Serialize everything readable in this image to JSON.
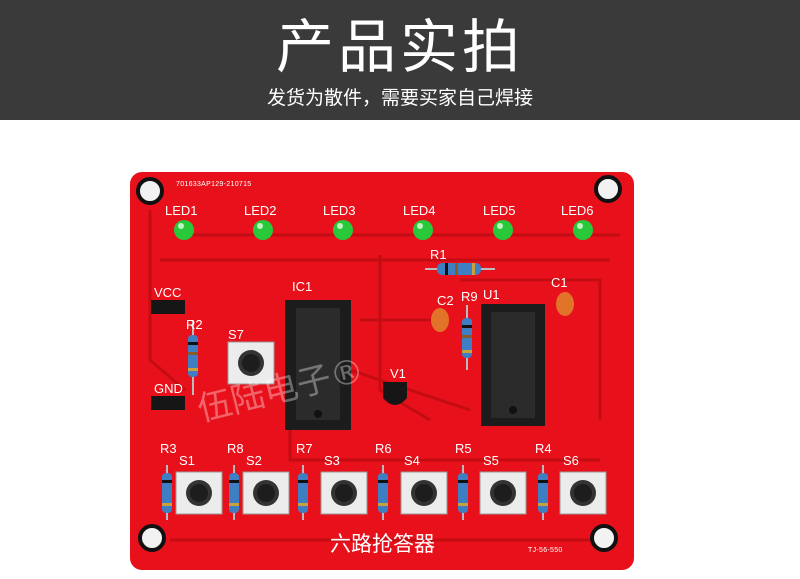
{
  "header": {
    "title": "产品实拍",
    "subtitle": "发货为散件，需要买家自己焊接"
  },
  "board": {
    "serial": "701633AP129-210715",
    "model": "TJ-56-550",
    "title": "六路抢答器",
    "leds": [
      "LED1",
      "LED2",
      "LED3",
      "LED4",
      "LED5",
      "LED6"
    ],
    "labels": {
      "vcc": "VCC",
      "gnd": "GND",
      "r1": "R1",
      "r2": "R2",
      "r9": "R9",
      "c1": "C1",
      "c2": "C2",
      "ic1": "IC1",
      "u1": "U1",
      "v1": "V1",
      "s7": "S7"
    },
    "resistors": [
      "R3",
      "R8",
      "R7",
      "R6",
      "R5",
      "R4"
    ],
    "switches": [
      "S1",
      "S2",
      "S3",
      "S4",
      "S5",
      "S6"
    ],
    "watermark": "伍陆电子®"
  },
  "colors": {
    "banner": "#3a3a3a",
    "pcb": "#e8111b",
    "trace": "#c70c14",
    "led": "#27c93a"
  }
}
